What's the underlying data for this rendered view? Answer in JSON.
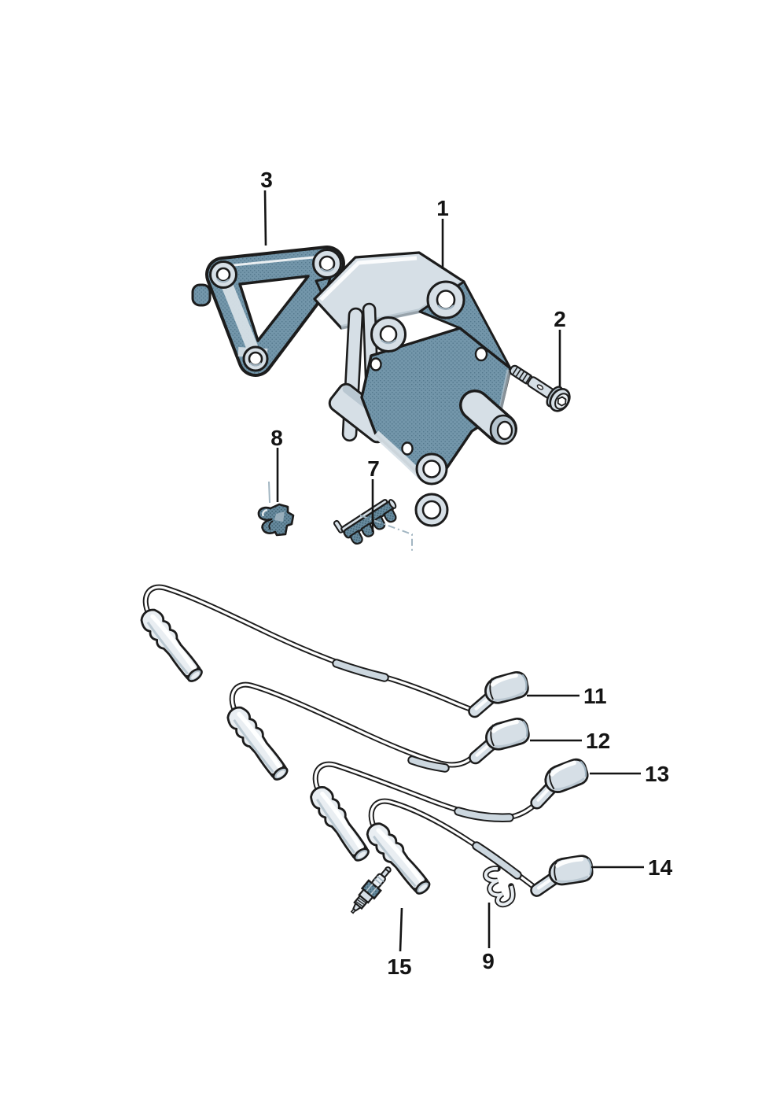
{
  "figure": {
    "type": "exploded-parts-diagram",
    "subject": "ignition-coil-with-spark-plug-cables"
  },
  "callouts": [
    {
      "id": "3",
      "label": "3",
      "part": "mounting-bracket"
    },
    {
      "id": "1",
      "label": "1",
      "part": "ignition-coil"
    },
    {
      "id": "2",
      "label": "2",
      "part": "socket-head-bolt"
    },
    {
      "id": "8",
      "label": "8",
      "part": "retaining-clip"
    },
    {
      "id": "7",
      "label": "7",
      "part": "cable-holder-comb"
    },
    {
      "id": "11",
      "label": "11",
      "part": "ignition-cable-cyl1"
    },
    {
      "id": "12",
      "label": "12",
      "part": "ignition-cable-cyl2"
    },
    {
      "id": "13",
      "label": "13",
      "part": "ignition-cable-cyl3"
    },
    {
      "id": "14",
      "label": "14",
      "part": "ignition-cable-cyl4"
    },
    {
      "id": "15",
      "label": "15",
      "part": "spark-plug"
    },
    {
      "id": "9",
      "label": "9",
      "part": "spring-clip"
    }
  ],
  "colors": {
    "background": "#ffffff",
    "outline": "#1c1c1c",
    "label-color": "#141414",
    "steel-base": "#7396aa",
    "steel-dot": "#54788d",
    "steel-dark-base": "#688b9f",
    "steel-dark-dot": "#3e606f",
    "steel-light": "#d6dfe6",
    "steel-lighter": "#e9eef2",
    "steel-shadow": "#b6c4ce",
    "steel-deep": "#9fb2bf",
    "sleeve": "#ccd7df",
    "cable-core": "#ffffff",
    "leader-faint": "#a2b6c2"
  }
}
